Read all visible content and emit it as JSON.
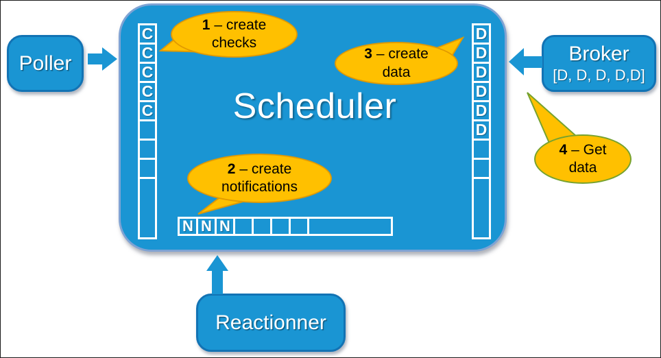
{
  "scheduler": {
    "title": "Scheduler"
  },
  "nodes": {
    "poller": {
      "label": "Poller"
    },
    "broker": {
      "label": "Broker",
      "sublabel": "[D, D, D, D,D]"
    },
    "reactionner": {
      "label": "Reactionner"
    }
  },
  "queues": {
    "checks": {
      "cells": [
        "C",
        "C",
        "C",
        "C",
        "C",
        "",
        "",
        "",
        ""
      ]
    },
    "data": {
      "cells": [
        "D",
        "D",
        "D",
        "D",
        "D",
        "D",
        "",
        "",
        ""
      ]
    },
    "notifications": {
      "cells": [
        "N",
        "N",
        "N",
        "",
        "",
        "",
        "",
        ""
      ]
    }
  },
  "callouts": [
    {
      "num": "1",
      "text": "– create checks"
    },
    {
      "num": "2",
      "text": "– create notifications"
    },
    {
      "num": "3",
      "text": "– create data"
    },
    {
      "num": "4",
      "text": "– Get data"
    }
  ],
  "colors": {
    "node_blue": "#1A95D3",
    "node_border_blue": "#1273B4",
    "scheduler_border": "#7FA3D4",
    "callout_fill": "#FFC000",
    "callout_border_orange": "#E19A00",
    "callout_border_green": "#76A22F"
  }
}
